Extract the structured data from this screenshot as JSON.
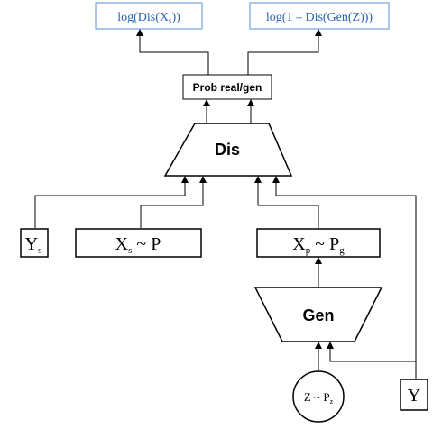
{
  "colors": {
    "stroke": "#000000",
    "output_border": "#5b8fd0",
    "output_text": "#2a63b0",
    "background": "#ffffff"
  },
  "outputs": {
    "real_loss": {
      "pre": "log(Dis(X",
      "sub": "s",
      "post": "))"
    },
    "fake_loss": {
      "text": "log(1 – Dis(Gen(Z)))"
    }
  },
  "prob_box": {
    "label": "Prob real/gen"
  },
  "discriminator": {
    "label": "Dis"
  },
  "generator": {
    "label": "Gen"
  },
  "inputs": {
    "ys": {
      "main": "Y",
      "sub": "s"
    },
    "xs": {
      "main": "X",
      "sub": "s",
      "rest": " ~ P"
    },
    "xp": {
      "main": "X",
      "sub": "p",
      "rest": " ~ P",
      "sub2": "g"
    },
    "z": {
      "main": "Z ~ P",
      "sub": "z"
    },
    "y": {
      "main": "Y"
    }
  }
}
